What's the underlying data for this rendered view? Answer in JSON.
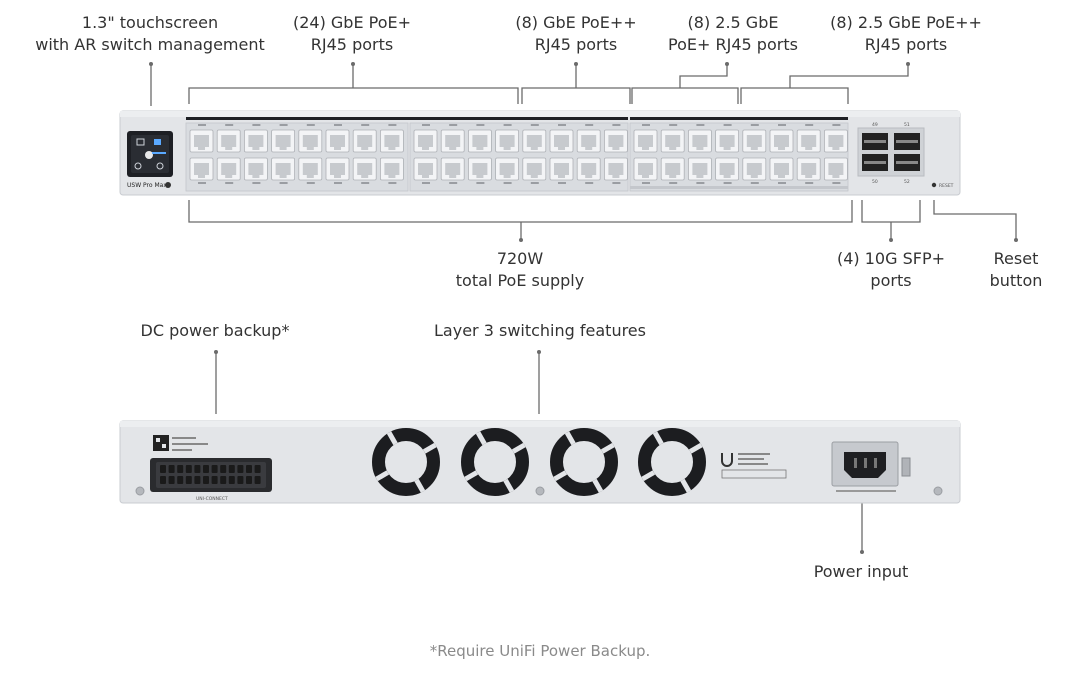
{
  "labels": {
    "touchscreen": [
      "1.3\" touchscreen",
      "with AR switch management"
    ],
    "gbe_poe": [
      "(24) GbE PoE+",
      "RJ45 ports"
    ],
    "gbe_poepp": [
      "(8) GbE PoE++",
      "RJ45 ports"
    ],
    "ge25_poe": [
      "(8) 2.5 GbE",
      "PoE+ RJ45 ports"
    ],
    "ge25_poepp": [
      "(8) 2.5 GbE PoE++",
      "RJ45 ports"
    ],
    "poe_supply": [
      "720W",
      "total PoE supply"
    ],
    "sfp": [
      "(4) 10G SFP+",
      "ports"
    ],
    "reset": [
      "Reset",
      "button"
    ],
    "dc_backup": "DC power backup*",
    "layer3": "Layer 3 switching features",
    "power_input": "Power input"
  },
  "device": {
    "model_label": "USW Pro Max",
    "reset_label": "RESET",
    "connector_label": "UNI-CONNECT",
    "sfp_top_numbers": [
      "49",
      "51"
    ],
    "sfp_bottom_numbers": [
      "50",
      "52"
    ]
  },
  "footnote": "*Require UniFi Power Backup.",
  "colors": {
    "chassis": "#e3e5e8",
    "chassis_edge": "#c9ccd1",
    "port": "#d4d6da",
    "line": "#6b6b6b",
    "text": "#333333",
    "footnote": "#8a8a8a"
  },
  "icons": [
    "fan-icon",
    "power-socket-icon",
    "ubiquiti-logo-icon",
    "qr-code-icon"
  ]
}
